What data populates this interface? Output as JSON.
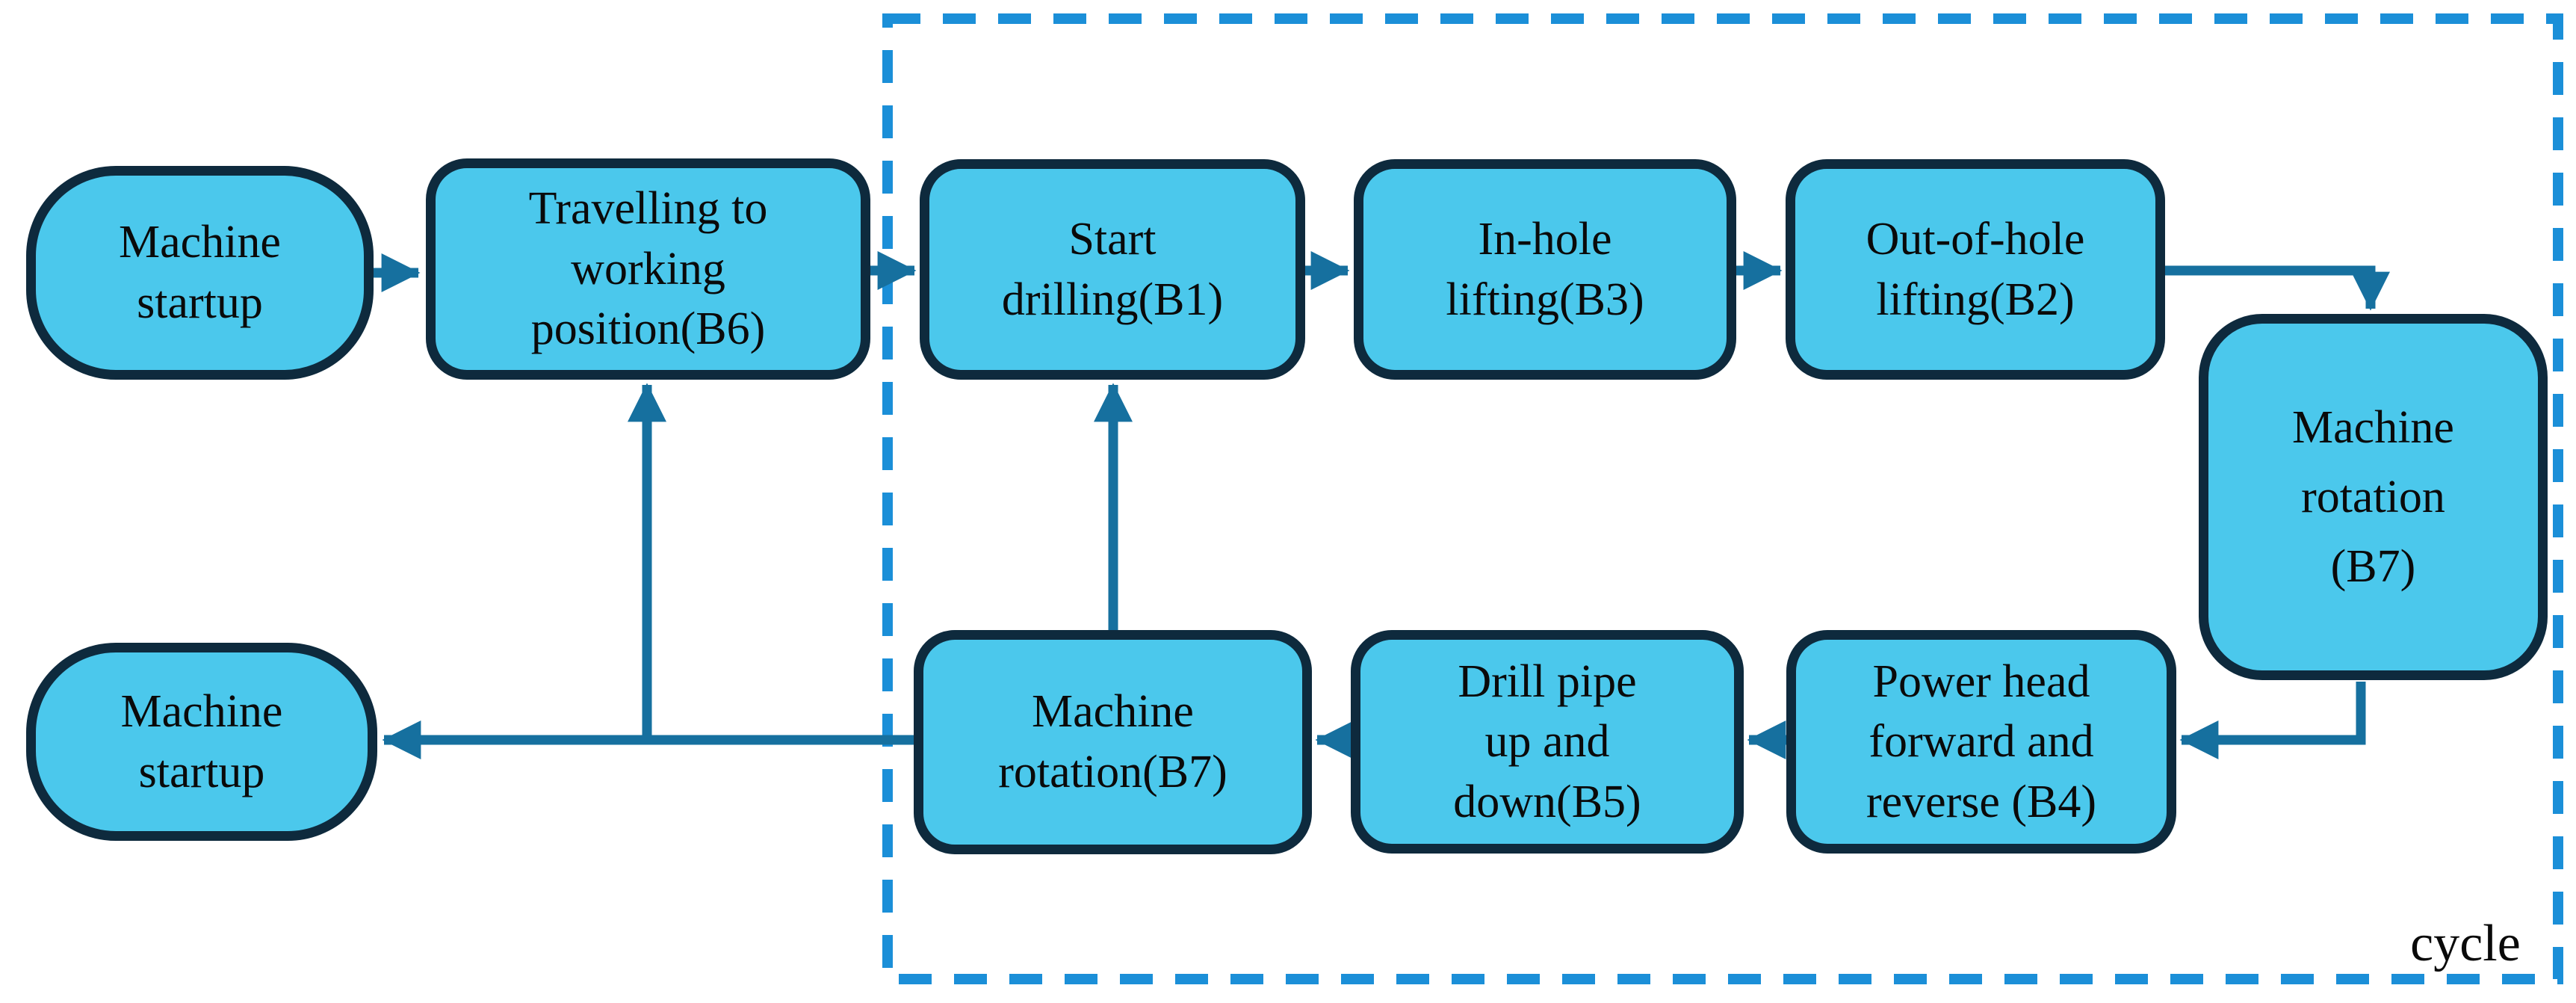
{
  "diagram": {
    "colors": {
      "background": "#ffffff",
      "box_fill": "#4bc8ec",
      "box_border": "#0e2a3d",
      "arrow": "#16709f",
      "dashed_boundary": "#1b8fd8",
      "text": "#0a0a0a"
    },
    "nodes": {
      "startup_top": {
        "label": "Machine\nstartup"
      },
      "b6": {
        "label": "Travelling to\nworking\nposition(B6)"
      },
      "b1": {
        "label": "Start\ndrilling(B1)"
      },
      "b3": {
        "label": "In-hole\nlifting(B3)"
      },
      "b2": {
        "label": "Out-of-hole\nlifting(B2)"
      },
      "b7_right": {
        "label": "Machine\nrotation\n(B7)"
      },
      "b4": {
        "label": "Power head\nforward and\nreverse (B4)"
      },
      "b5": {
        "label": "Drill pipe\nup and\ndown(B5)"
      },
      "b7_bottom": {
        "label": "Machine\nrotation(B7)"
      },
      "startup_bottom": {
        "label": "Machine\nstartup"
      }
    },
    "boundary_label": "cycle",
    "edges": [
      {
        "from": "startup_top",
        "to": "b6"
      },
      {
        "from": "b6",
        "to": "b1"
      },
      {
        "from": "b1",
        "to": "b3"
      },
      {
        "from": "b3",
        "to": "b2"
      },
      {
        "from": "b2",
        "to": "b7_right"
      },
      {
        "from": "b7_right",
        "to": "b4"
      },
      {
        "from": "b4",
        "to": "b5"
      },
      {
        "from": "b5",
        "to": "b7_bottom"
      },
      {
        "from": "b7_bottom",
        "to": "startup_bottom"
      },
      {
        "from": "b7_bottom",
        "to": "b6"
      },
      {
        "from": "b7_bottom",
        "to": "b1"
      }
    ]
  }
}
